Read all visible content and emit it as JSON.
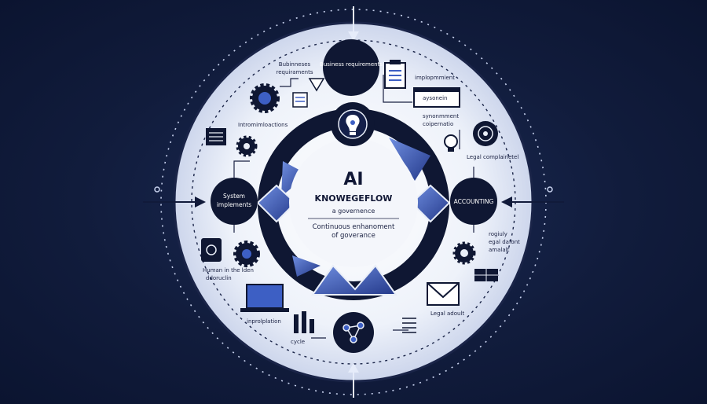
{
  "center": {
    "title": "AI",
    "subtitle": "KNOWEGEFLOW",
    "line1": "a governence",
    "line2": "Continuous enhanoment",
    "line3": "of goverance"
  },
  "nodes": {
    "top": "Business requirements",
    "left_l1": "System",
    "left_l2": "implements",
    "right": "ACCOUNTING"
  },
  "labels": {
    "business_req_l1": "Bubinneses",
    "business_req_l2": "requiraments",
    "implementation_l1": "implopmmient",
    "implementation_l2": "aysonein",
    "synthetic_l1": "synonmment",
    "synthetic_l2": "coipernatio",
    "introm": "Intromimloactions",
    "legal_comp": "Legal complainetel",
    "regularly_l1": "rogiuly",
    "regularly_l2": "egal dafont",
    "regularly_l3": "amalalt",
    "human_l1": "Human in the lden",
    "human_l2": "ddoruclin",
    "improp": "inprolplation",
    "cycle": "cycle",
    "legal_audit": "Legal adoult"
  },
  "colors": {
    "background": "#111c3c",
    "disc": "#e9eef8",
    "ring": "#0f1733",
    "accent": "#3d5fc4",
    "ink": "#1a2142"
  }
}
